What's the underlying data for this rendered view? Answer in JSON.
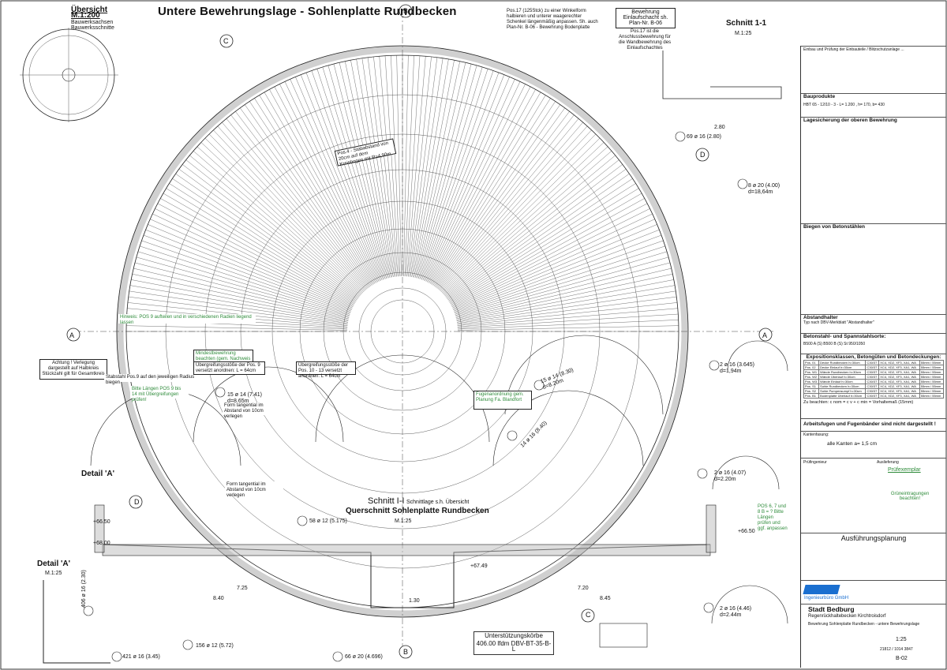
{
  "title": "Untere Bewehrungslage - Sohlenplatte Rundbecken",
  "overview": {
    "title": "Übersicht M.1:200",
    "sub1": "Bauwerksachsen",
    "sub2": "Bauwerksschnitte"
  },
  "section11": {
    "title": "Schnitt 1-1",
    "scale": "M.1:25"
  },
  "section_main": {
    "title": "Schnitt I-I",
    "subtitle": "Querschnitt Sohlenplatte Rundbecken",
    "scale": "M.1:25",
    "note": "Schnittlage s.h. Übersicht"
  },
  "detailA_top": {
    "title": "Detail 'A'"
  },
  "detailA_bottom": {
    "title": "Detail 'A'",
    "scale": "M.1:25"
  },
  "axes": {
    "A": "A",
    "B": "B",
    "C": "C",
    "D": "D"
  },
  "notes": {
    "pos17": "Pos.17 (125Stck) zu einer Winkelform halbieren und unterer waagerechter Schenkel längenmäßig anpassen. Sh. auch Plan-Nr. B-06 - Bewehrung Bodenplatte",
    "einlauf": "Bewehrung Einlaufschacht sh. Plan-Nr. B-06",
    "pos17b": "Pos.17 ist die Anschlussbewehrung für die Wandbewehrung des Einlaufschachtes",
    "achtung": "Achtung ! Verlegung dargestellt auf Halbkreis Stückzahl gilt für Gesamtkreis",
    "hinweis": "Hinweis: POS 9 aufteilen und in verschiedenen Radien liegend lassen",
    "stabstahl": "Stabstahl Pos.9 auf den jeweiligen Radius biegen",
    "bitte": "Bitte Längen POS 9 bis 14 mit Übergreifungen prüfen!",
    "fugen": "Fugenanordnung gem. Planung Fa. Blandfort",
    "form1": "Form tangential im Abstand von 10cm verlegen",
    "form2": "Form tangential im Abstand von 10cm verlegen",
    "pos6": "POS 6, 7 und 8 B = ? Bitte Längen prüfen und ggf. anpassen",
    "mindest": "Mindestbewehrung beachten (gem. Nachweis ø 8/12,50)",
    "uebergreif": "Übergreifungsstöße der Pos. 9 versetzt anordnen: L = 64cm",
    "uebergreif2": "Übergreifungsstöße der Pos. 10 - 13 versetzt anordnen: L = 64cm",
    "pos4": "Pos.4 - Stababstand von 20cm auf dem Kreisbogen mit R=4,90m"
  },
  "positions": [
    {
      "id": "16",
      "text": "69 ø 16 (2.80)"
    },
    {
      "id": "15",
      "text": "8 ø 20 (4.00) d=18,64m"
    },
    {
      "id": "6",
      "text": "2 ø 16 (3.645) d=1,94m"
    },
    {
      "id": "12",
      "text": "15 ø 14 (8.30) d=8.20m"
    },
    {
      "id": "11",
      "text": "14 ø 16 (8.40)"
    },
    {
      "id": "10",
      "text": "15 ø 14 (7.41) d=8.65m"
    },
    {
      "id": "7",
      "text": "2 ø 16 (4.07) d=2.20m"
    },
    {
      "id": "8",
      "text": "2 ø 16 (4.46) d=2.44m"
    },
    {
      "id": "5",
      "text": "406 ø 16 (2.30)"
    },
    {
      "id": "3",
      "text": "58 ø 12 (5.175)"
    },
    {
      "id": "2",
      "text": "421 ø 16 (3.45)"
    },
    {
      "id": "4",
      "text": "156 ø 12 (5.72)"
    },
    {
      "id": "1",
      "text": "66 ø 20 (4.696)"
    }
  ],
  "stuetzkoerbe": {
    "title": "Unterstützungskörbe",
    "value": "406.00 lfdm DBV-BT-35-B-L"
  },
  "dims": {
    "d1": "7.25",
    "d2": "8.40",
    "d3": "1.30",
    "d4": "7.20",
    "d5": "8.45",
    "d6": "2.80",
    "d7": "+66.50",
    "d8": "+68.00",
    "d9": "+67.49",
    "d10": "+66.50"
  },
  "sidebar": {
    "intro": "Einbau und Prüfung der Einbauteile / Blitzschutzanlage ...",
    "bauprodukte": "Bauprodukte",
    "hbt": "HBT 65 - 12/10 - 3 - L= 1.200 , h= 170, b= 430",
    "legestrich": "Lagesicherung der oberen Bewehrung",
    "biegen": "Biegen von Betonstählen",
    "abstandhalter": "Abstandhalter",
    "abstand_text": "Typ nach DBV-Merkblatt \"Abstandhalter\"",
    "betonstahl": "Betonstahl- und Spannstahlsorte:",
    "b500": "B500 A (S)   B500 B (S)   St 950/1050",
    "exposition": "Expositionsklassen, Betongüten und Betondeckungen:",
    "zubeachten": "Zu beachten: c nom = c v + c min = Vorhaltemaß (15mm)",
    "arbeitsfugen": "Arbeitsfugen und Fugenbänder sind nicht dargestellt !",
    "kantenfasung": "Kantenfasung:",
    "kanten": "alle Kanten a= 1,5 cm",
    "pruefingenieur": "Prüfingenieur",
    "auslieferung": "Auslieferung",
    "pruefexemplar": "Prüfexemplar",
    "gruen": "Grüneintragungen beachten!",
    "ausfuehrung": "Ausführungsplanung",
    "company": "Ingenieurbüro GmbH",
    "stadt": "Stadt Bedburg",
    "project": "Regenrückhaltebecken Kirchtroisdorf",
    "plan": "Bewehrung Sohlenplatte Rundbecken - untere Bewehrungslage",
    "scale": "1:25",
    "planno": "B-02",
    "projectno": "21812 / 1014 3847"
  },
  "exposition_rows": [
    [
      "Pos. 01",
      "Decke Rundbecken h=30cm",
      "C30/37",
      "XC4, XD2, XF3, XA1, WA",
      "55mm / 55mm"
    ],
    [
      "Pos. 02",
      "Decke Einlauf h=30cm",
      "C30/37",
      "XC4, XD2, XF3, XA1, WA",
      "55mm / 55mm"
    ],
    [
      "Pos. W1",
      "Wände Rundbecken h=30cm",
      "C30/37",
      "XC4, XD2, XF3, XA1, WA",
      "55mm / 55mm"
    ],
    [
      "Pos. W2",
      "Wände Überlauf h=30cm",
      "C30/37",
      "XC4, XD2, XF3, XA1, WA",
      "55mm / 55mm"
    ],
    [
      "Pos. W3",
      "Wände Einlauf h=30cm",
      "C30/37",
      "XC4, XD2, XF3, XA1, WA",
      "55mm / 55mm"
    ],
    [
      "Pos. S1",
      "Sohle Rundbecken h=30cm",
      "C30/37",
      "XC4, XD2, XF3, XA1, WA",
      "55mm / 55mm"
    ],
    [
      "Pos. S2",
      "Sohle Pumpensumpf h=30cm",
      "C30/37",
      "XC4, XD2, XF3, XA1, WA",
      "55mm / 55mm"
    ],
    [
      "Pos. B1",
      "Bodenplatte Überlauf h=30cm",
      "C30/37",
      "XC4, XD2, XF3, XA1, WA",
      "55mm / 55mm"
    ]
  ],
  "colors": {
    "ink": "#111111",
    "green": "#2e8b3a",
    "blue": "#1a6fd0",
    "hatch": "#777777"
  }
}
